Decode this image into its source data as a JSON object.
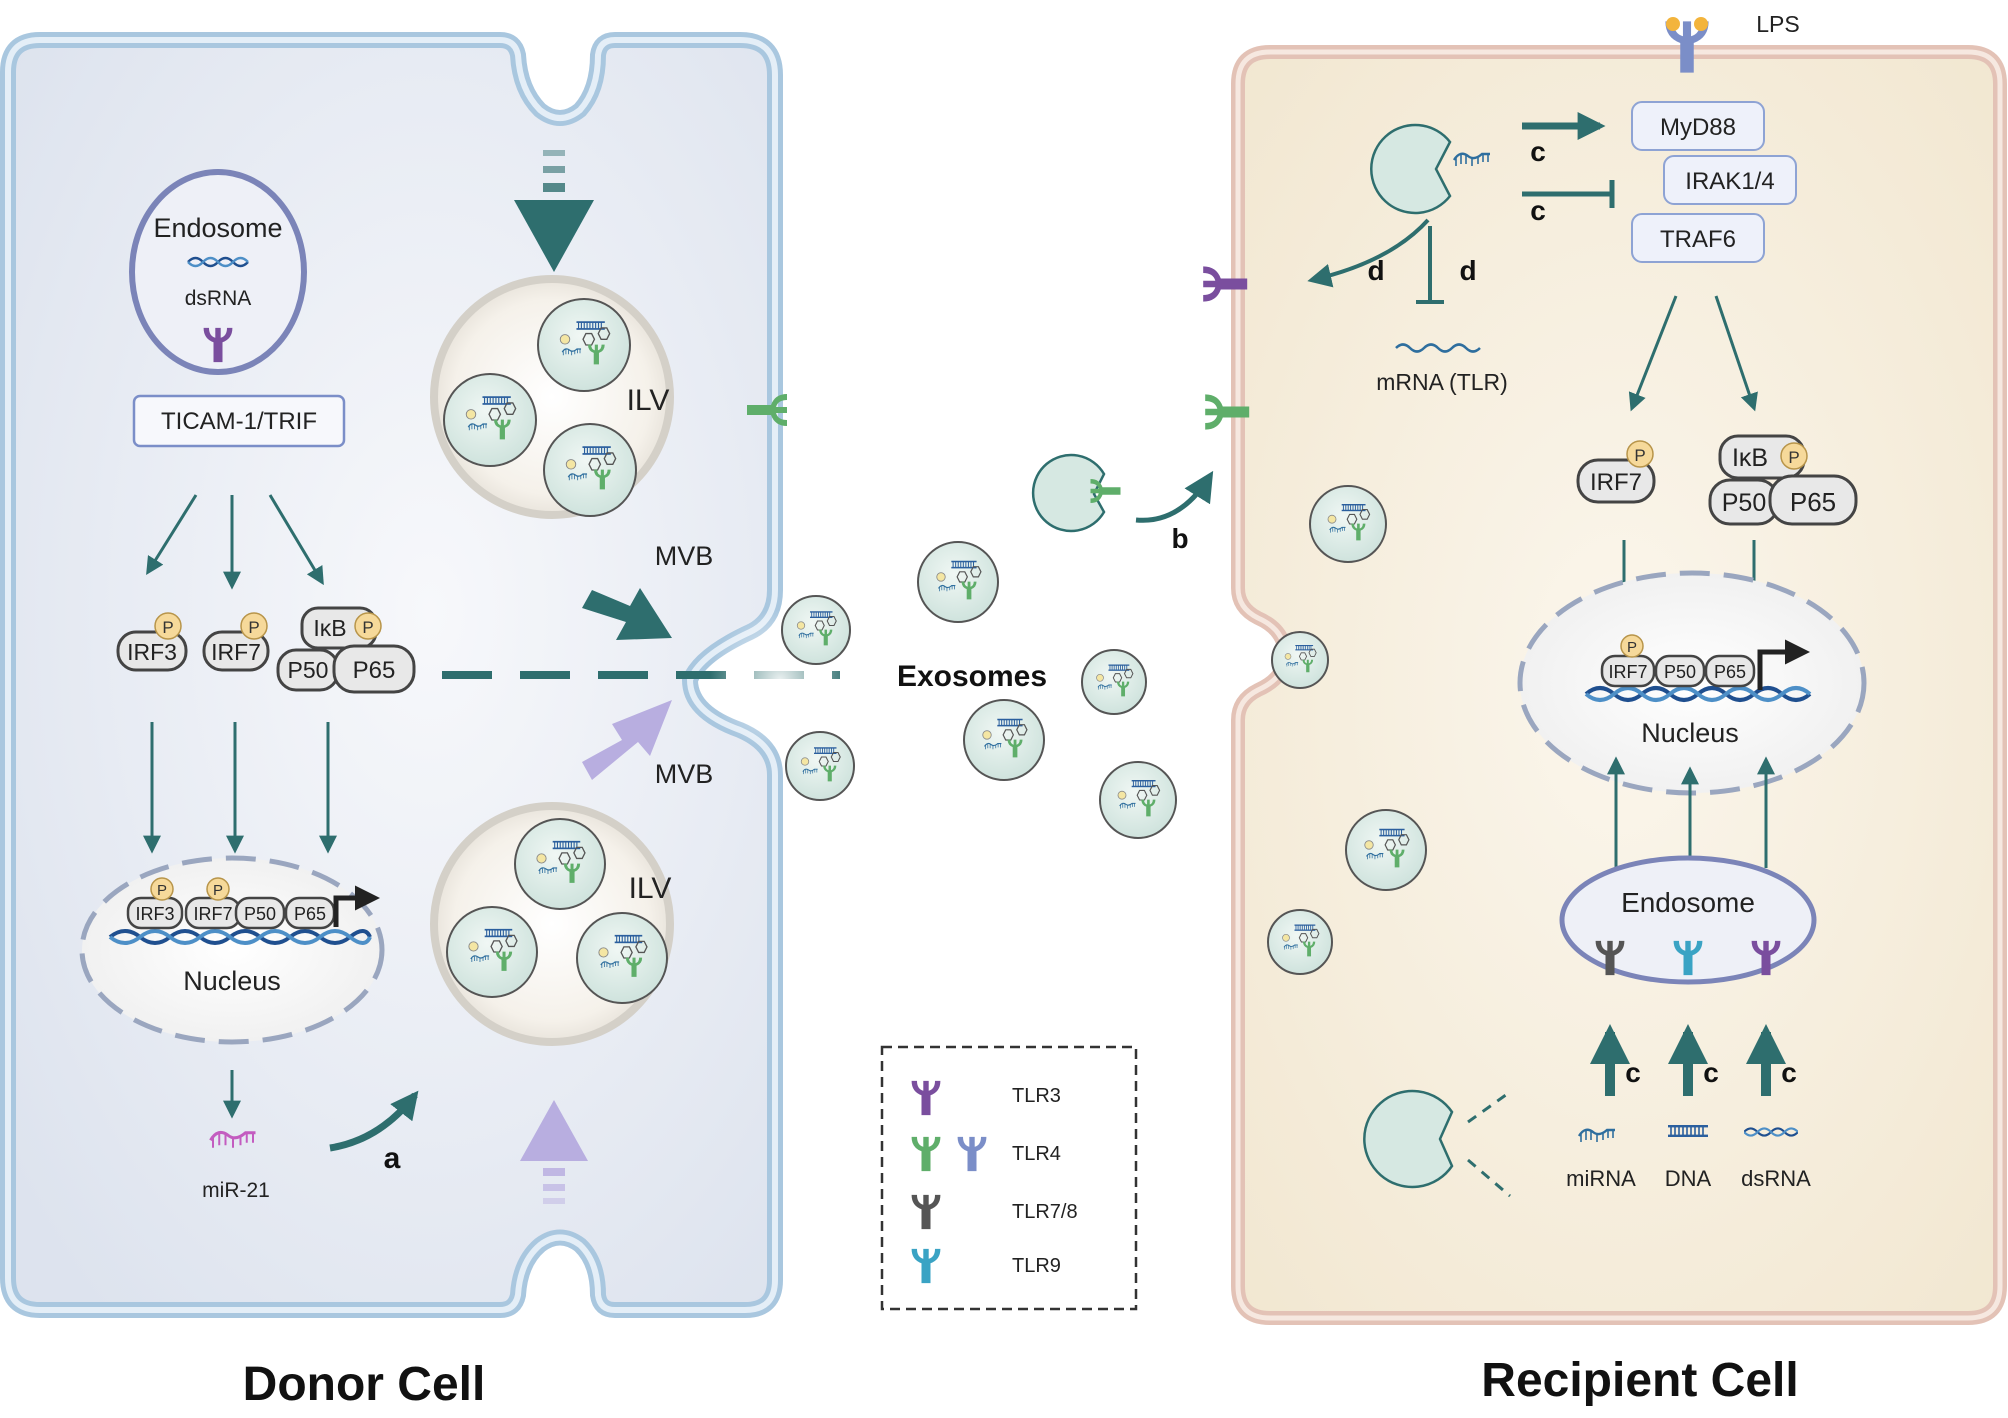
{
  "titles": {
    "donor": "Donor Cell",
    "recipient": "Recipient Cell"
  },
  "donor": {
    "endosome": "Endosome",
    "dsrna": "dsRNA",
    "ticam": "TICAM-1/TRIF",
    "irf3": "IRF3",
    "irf7": "IRF7",
    "ikb": "IκB",
    "p50": "P50",
    "p65": "P65",
    "p": "P",
    "nucleus": "Nucleus",
    "mir21": "miR-21",
    "ilv_top": "ILV",
    "ilv_bottom": "ILV",
    "mvb_top": "MVB",
    "mvb_bottom": "MVB",
    "label_a": "a"
  },
  "exosomes_label": "Exosomes",
  "label_b": "b",
  "recipient": {
    "lps": "LPS",
    "myd88": "MyD88",
    "irak": "IRAK1/4",
    "traf6": "TRAF6",
    "label_c": "c",
    "label_d": "d",
    "mrna": "mRNA (TLR)",
    "irf7": "IRF7",
    "ikb": "IκB",
    "p50": "P50",
    "p65": "P65",
    "p": "P",
    "nucleus": "Nucleus",
    "endosome": "Endosome",
    "mirna": "miRNA",
    "dna": "DNA",
    "dsrna": "dsRNA"
  },
  "legend": {
    "items": [
      {
        "label": "TLR3"
      },
      {
        "label": "TLR4"
      },
      {
        "label": "TLR7/8"
      },
      {
        "label": "TLR9"
      }
    ]
  },
  "colors": {
    "teal": "#2e6e6e",
    "tlr3": "#7a4e9e",
    "tlr4": "#5fae6a",
    "tlr4b": "#7b8ec8",
    "tlr78": "#555555",
    "tlr9": "#3aa3c4",
    "mirna": "#c35cc0",
    "lavender": "#b8aee0"
  }
}
